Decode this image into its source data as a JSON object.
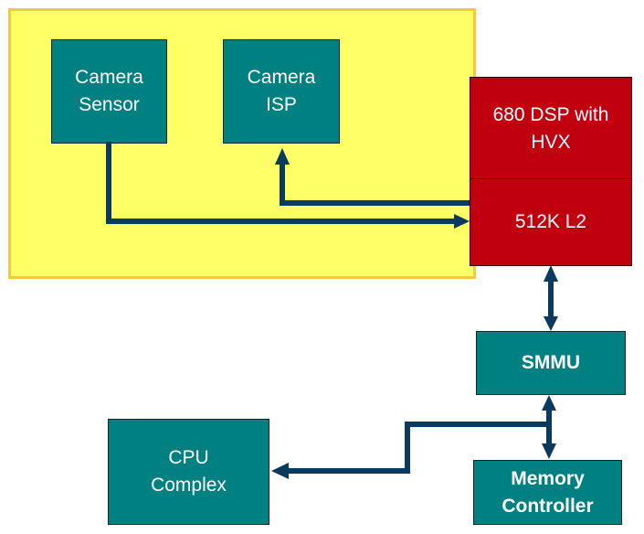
{
  "blocks": {
    "camera_sensor": "Camera\nSensor",
    "camera_isp": "Camera\nISP",
    "dsp": "680 DSP with\nHVX",
    "l2": "512K L2",
    "smmu": "SMMU",
    "cpu": "CPU\nComplex",
    "memory": "Memory\nController"
  },
  "colors": {
    "camera_zone": "#ffff66",
    "camera_zone_border": "#f5c842",
    "teal_block": "#008080",
    "red_block": "#c0000f",
    "wire": "#0b3a5e",
    "text": "#ffffff"
  }
}
